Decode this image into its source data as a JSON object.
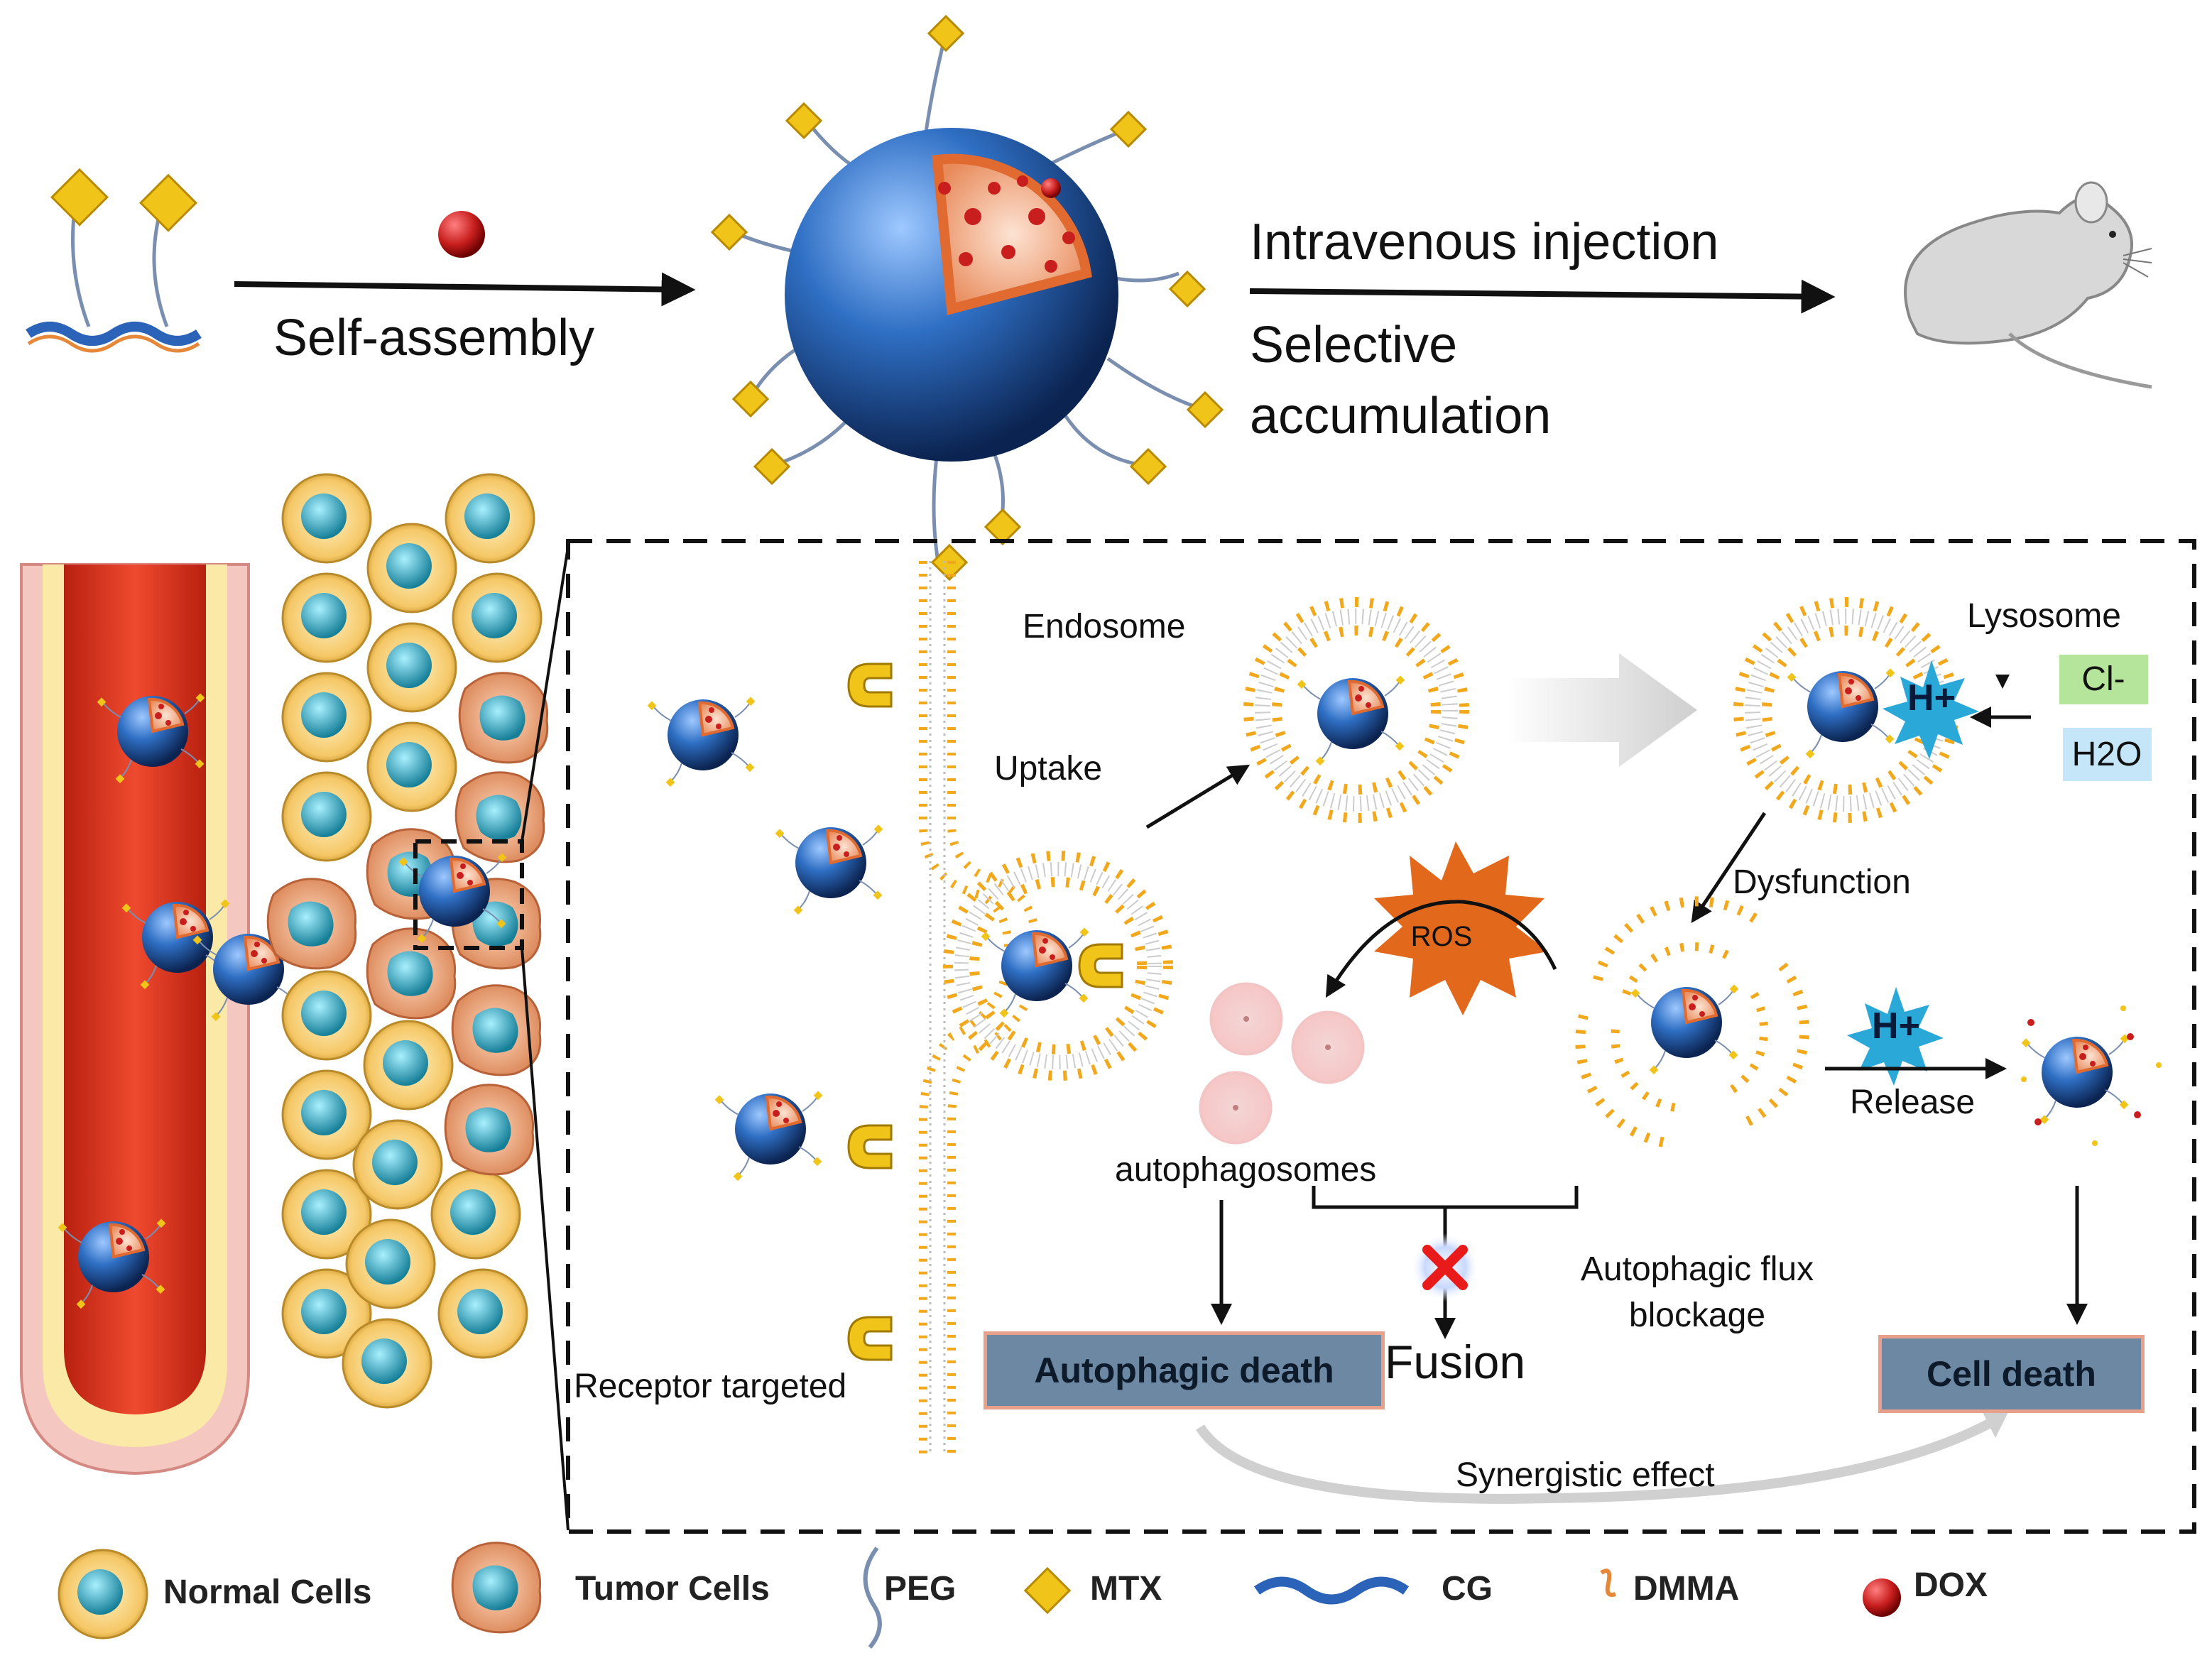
{
  "top": {
    "self_assembly": "Self-assembly",
    "intravenous": "Intravenous injection",
    "selective": "Selective",
    "accumulation": "accumulation"
  },
  "mechanism": {
    "endosome": "Endosome",
    "lysosome": "Lysosome",
    "uptake": "Uptake",
    "cl": "Cl-",
    "h2o": "H2O",
    "h_plus": "H+",
    "dysfunction": "Dysfunction",
    "ros": "ROS",
    "release": "Release",
    "autophagosomes": "autophagosomes",
    "autophagic_flux": "Autophagic flux",
    "blockage": "blockage",
    "fusion": "Fusion",
    "autophagic_death": "Autophagic death",
    "cell_death": "Cell death",
    "synergistic": "Synergistic effect",
    "receptor_targeted": "Receptor targeted"
  },
  "legend": {
    "normal_cells": "Normal Cells",
    "tumor_cells": "Tumor Cells",
    "peg": "PEG",
    "mtx": "MTX",
    "cg": "CG",
    "dmma": "DMMA",
    "dox": "DOX"
  },
  "colors": {
    "nanoparticle": "#2f6fc4",
    "dox": "#c81e1e",
    "mtx": "#f0c419",
    "lipid_head": "#f2a81c",
    "vessel": "#e8452c",
    "ros": "#e2691c",
    "cell": "#f5c766",
    "nucleus": "#27a9c1",
    "tumor": "#f0a878"
  }
}
